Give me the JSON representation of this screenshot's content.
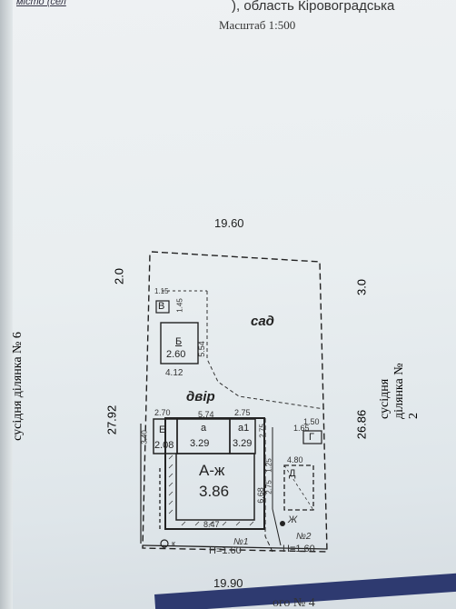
{
  "header": {
    "left_fragment": "місто (сел",
    "right_fragment": "), область Кіровоградська",
    "scale": "Масштаб 1:500"
  },
  "neighbors": {
    "left": "сусідня ділянка № 6",
    "right": "сусідня ділянка № 2",
    "bottom": "ого № 4"
  },
  "dimensions": {
    "top": "19.60",
    "bottom": "19.90",
    "left": "27.92",
    "right": "26.86",
    "left_top": "2.0",
    "right_top": "3.0"
  },
  "zones": {
    "garden": "сад",
    "yard": "двір"
  },
  "buildings": {
    "b": {
      "label": "Б",
      "value": "2.60",
      "width": "4.12",
      "height": "5.54"
    },
    "v": {
      "label": "В",
      "dim1": "1.15",
      "dim2": "1.45"
    },
    "e": {
      "label": "Е",
      "value": "2.08",
      "dim": "2.70"
    },
    "a": {
      "label": "а",
      "value": "3.29",
      "dim": "5.74"
    },
    "a1": {
      "label": "а1",
      "value": "3.29",
      "dim": "2.75"
    },
    "main": {
      "label": "А-ж",
      "value": "3.86",
      "width": "8.47",
      "height": "6.68"
    },
    "g": {
      "label": "Г",
      "dim": "1.50",
      "dim2": "1.65"
    },
    "d": {
      "label": "Д",
      "dim": "4.80"
    }
  },
  "misc_dims": {
    "left_house": "3.40",
    "side_a1": "2.75",
    "side_1": "1.25",
    "side_2": "2.75"
  },
  "markers": {
    "well": "к",
    "fence": "Ж",
    "gate1": "№1",
    "gate2": "№2",
    "h1": "H=1.60",
    "h2": "H=1.60"
  }
}
